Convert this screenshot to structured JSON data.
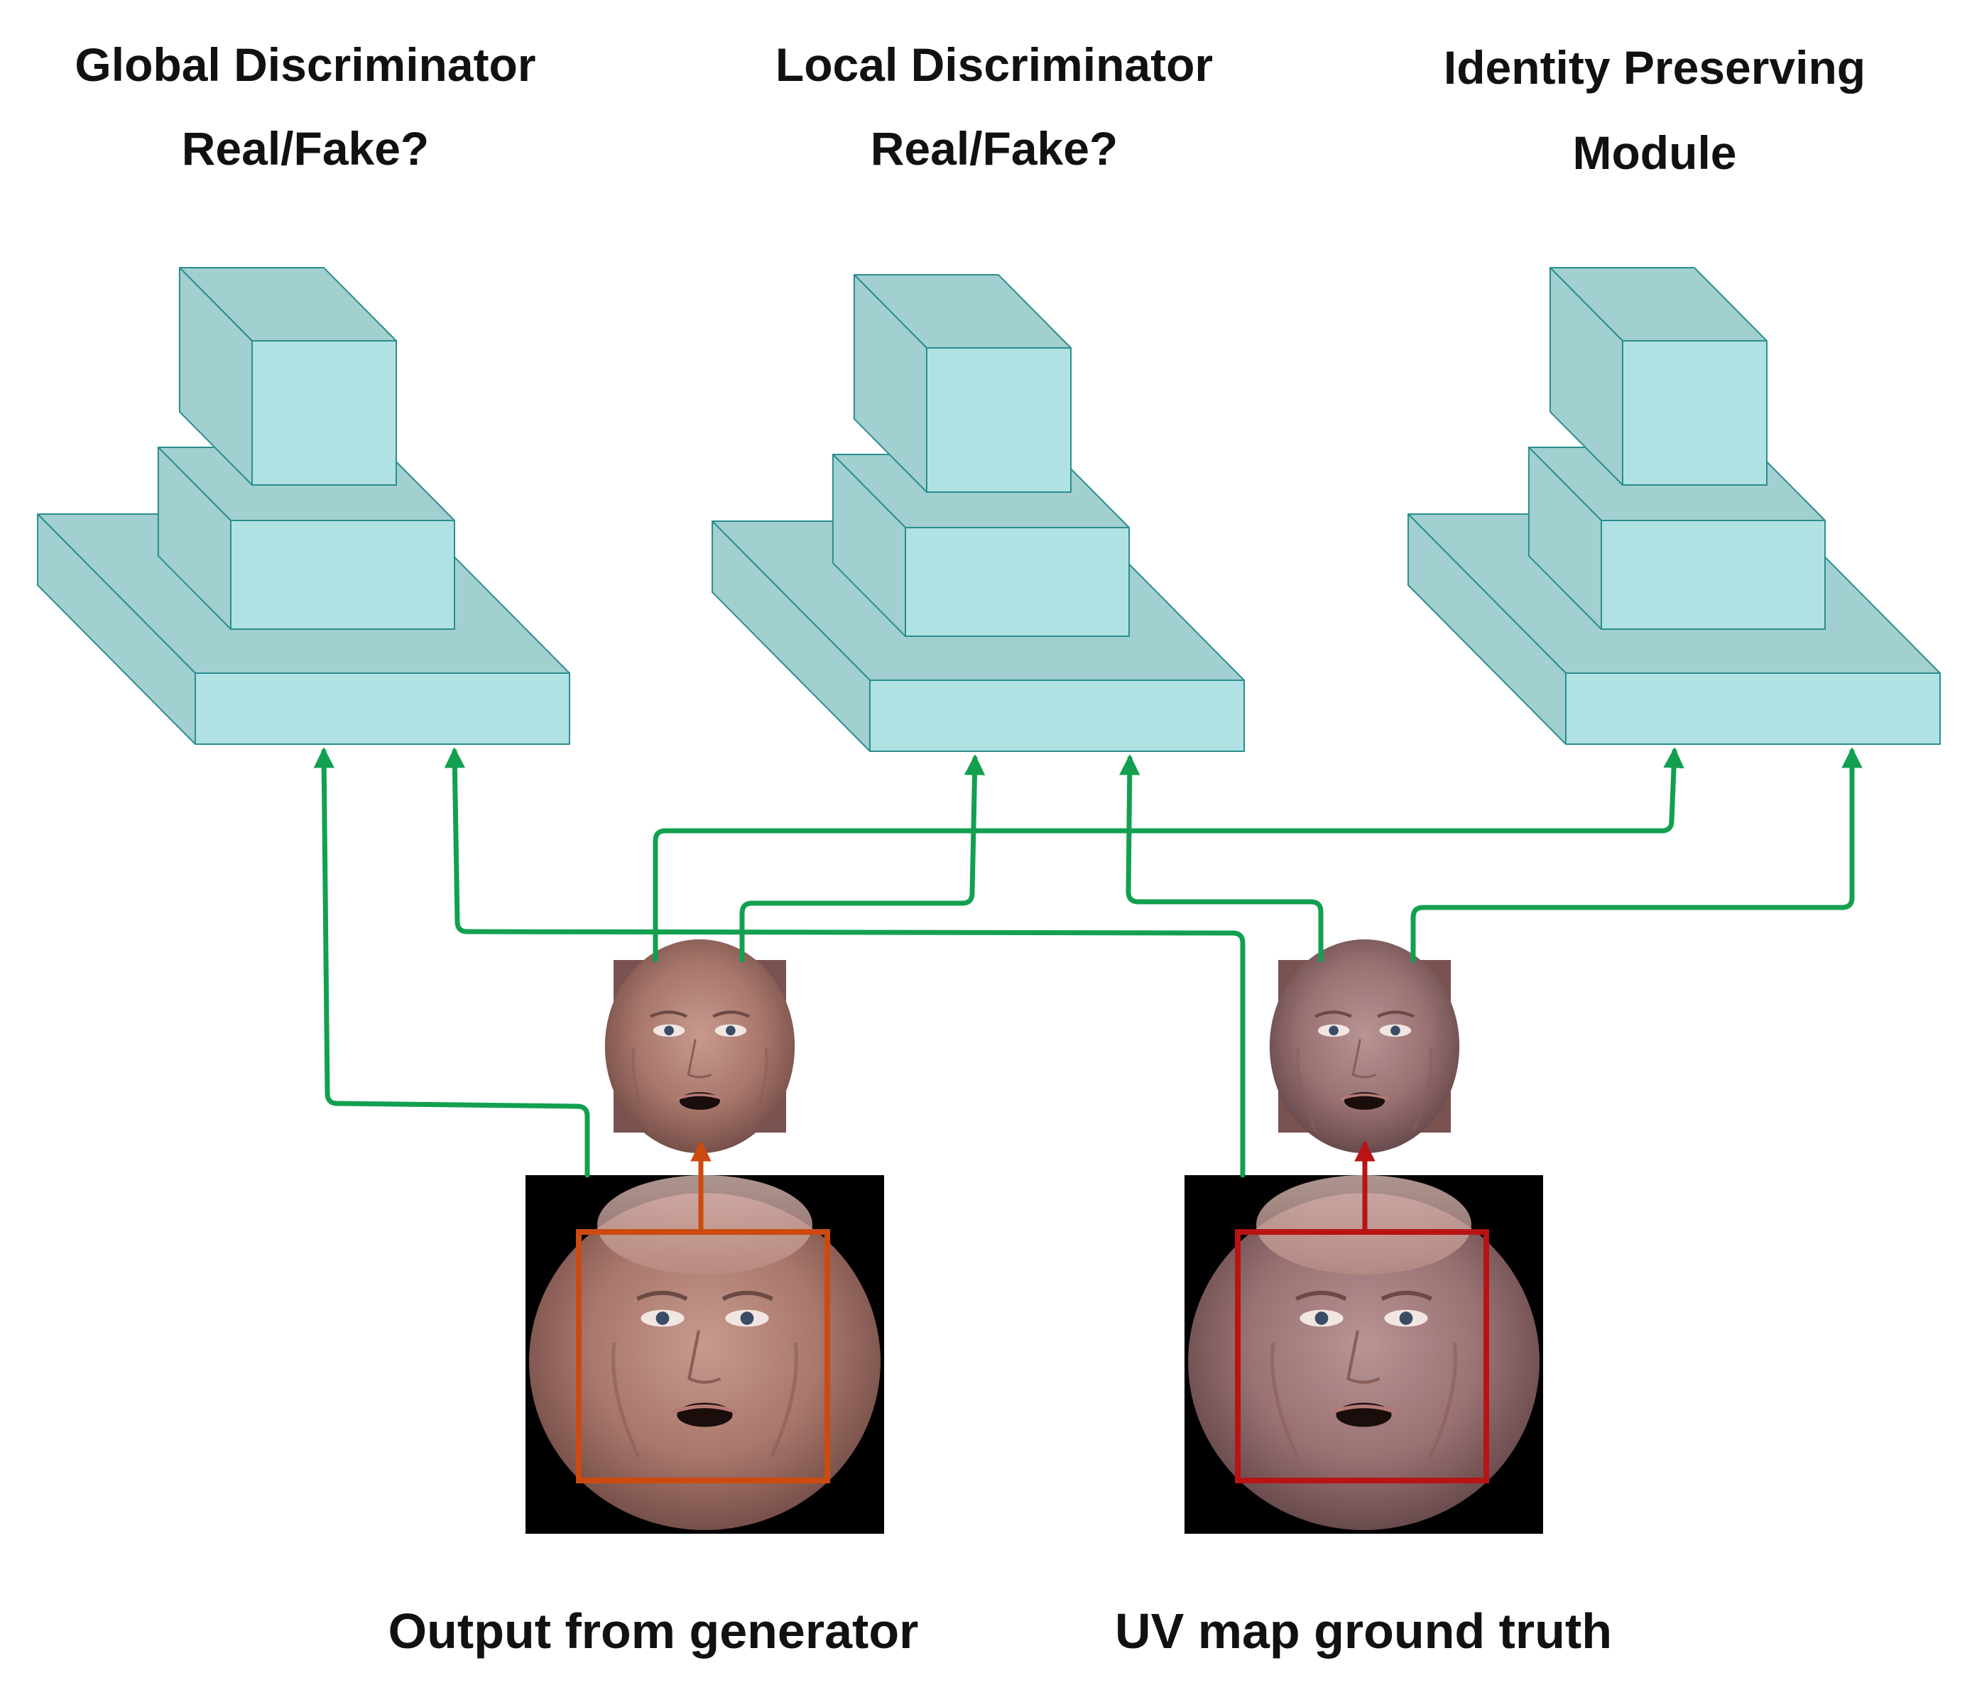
{
  "titles": {
    "global_line1": "Global Discriminator",
    "global_line2": "Real/Fake?",
    "local_line1": "Local Discriminator",
    "local_line2": "Real/Fake?",
    "identity_line1": "Identity Preserving",
    "identity_line2": "Module"
  },
  "captions": {
    "output": "Output from generator",
    "ground_truth": "UV map ground truth"
  },
  "colors": {
    "block_front": "#b0e2e4",
    "block_side": "#a2cfd0",
    "block_stroke": "#2a8e8e",
    "connection_green": "#12a050",
    "crop_box_output": "#cc4a10",
    "crop_box_ground_truth": "#b81414",
    "face_background": "#000000"
  },
  "icons": {
    "discriminator": "stacked-blocks-icon",
    "face": "face-photo-icon"
  }
}
